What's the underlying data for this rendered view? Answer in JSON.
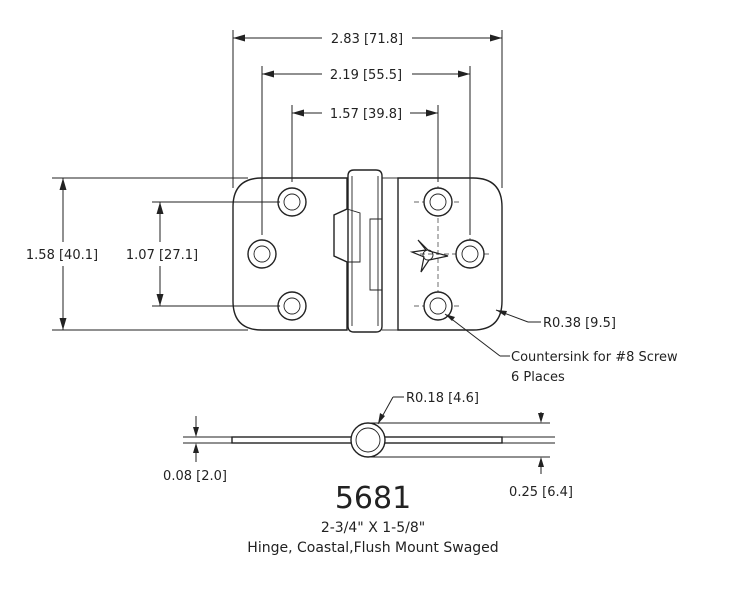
{
  "dimensions": {
    "overall_width": "2.83 [71.8]",
    "hole_span_outer": "2.19 [55.5]",
    "hole_span_inner": "1.57 [39.8]",
    "overall_height": "1.58 [40.1]",
    "hole_height": "1.07 [27.1]",
    "corner_radius": "R0.38 [9.5]",
    "knuckle_radius": "R0.18 [4.6]",
    "thickness": "0.08 [2.0]",
    "knuckle_height": "0.25 [6.4]"
  },
  "notes": {
    "countersink_line1": "Countersink for #8 Screw",
    "countersink_line2": "6 Places"
  },
  "title_block": {
    "part_number": "5681",
    "size": "2-3/4\" X 1-5/8\"",
    "description": "Hinge, Coastal,Flush Mount Swaged"
  }
}
